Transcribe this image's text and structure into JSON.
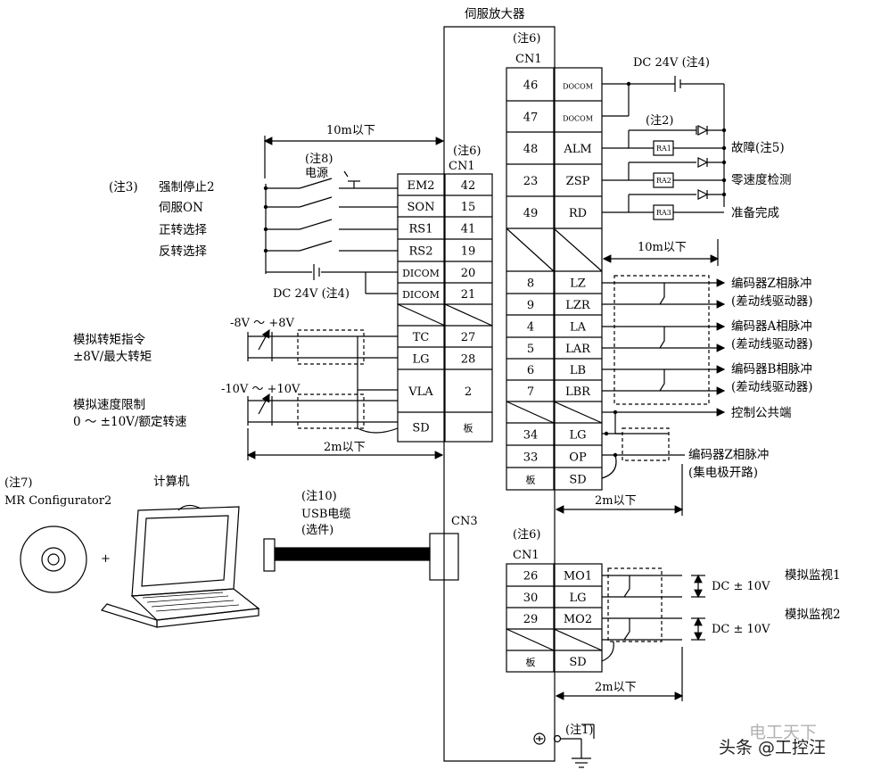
{
  "title": "伺服放大器",
  "notes": {
    "cn1_top": "(注6)",
    "cn1_left": "(注6)",
    "cn1_bottom": "(注6)",
    "power_note": "(注8)",
    "usb_note": "(注10)",
    "sw_note": "(注7)",
    "ground_note": "(注1)",
    "note3": "(注3)"
  },
  "connectors": {
    "cn1": "CN1",
    "cn3": "CN3"
  },
  "dc24_top": "DC 24V (注4)",
  "dc24_left": "DC 24V (注4)",
  "power_label": "电源",
  "dist": {
    "top_left": "10m以下",
    "right": "10m以下",
    "left_bottom": "2m以下",
    "right_mid": "2m以下",
    "right_bottom": "2m以下"
  },
  "note2": "(注2)",
  "relays": [
    "RA1",
    "RA2",
    "RA3"
  ],
  "left_inputs": [
    "强制停止2",
    "伺服ON",
    "正转选择",
    "反转选择"
  ],
  "left_pins": [
    {
      "name": "EM2",
      "num": "42"
    },
    {
      "name": "SON",
      "num": "15"
    },
    {
      "name": "RS1",
      "num": "41"
    },
    {
      "name": "RS2",
      "num": "19"
    },
    {
      "name": "DICOM",
      "num": "20"
    },
    {
      "name": "DICOM",
      "num": "21"
    },
    {
      "name": "",
      "num": ""
    },
    {
      "name": "TC",
      "num": "27"
    },
    {
      "name": "LG",
      "num": "28"
    },
    {
      "name": "VLA",
      "num": "2"
    },
    {
      "name": "SD",
      "num": "板"
    }
  ],
  "analog_torque": {
    "l1": "模拟转矩指令",
    "l2": "±8V/最大转矩",
    "range": "-8V ～ +8V"
  },
  "analog_speed": {
    "l1": "模拟速度限制",
    "l2": "0 ～ ±10V/额定转速",
    "range": "-10V ～ +10V"
  },
  "right_pins_top": [
    {
      "num": "46",
      "name": "DOCOM"
    },
    {
      "num": "47",
      "name": "DOCOM"
    },
    {
      "num": "48",
      "name": "ALM"
    },
    {
      "num": "23",
      "name": "ZSP"
    },
    {
      "num": "49",
      "name": "RD"
    },
    {
      "num": "",
      "name": ""
    },
    {
      "num": "8",
      "name": "LZ"
    },
    {
      "num": "9",
      "name": "LZR"
    },
    {
      "num": "4",
      "name": "LA"
    },
    {
      "num": "5",
      "name": "LAR"
    },
    {
      "num": "6",
      "name": "LB"
    },
    {
      "num": "7",
      "name": "LBR"
    },
    {
      "num": "",
      "name": ""
    },
    {
      "num": "34",
      "name": "LG"
    },
    {
      "num": "33",
      "name": "OP"
    },
    {
      "num": "板",
      "name": "SD"
    }
  ],
  "outputs": [
    "故障(注5)",
    "零速度检测",
    "准备完成"
  ],
  "encoder_labels": [
    {
      "l1": "编码器Z相脉冲",
      "l2": "(差动线驱动器)"
    },
    {
      "l1": "编码器A相脉冲",
      "l2": "(差动线驱动器)"
    },
    {
      "l1": "编码器B相脉冲",
      "l2": "(差动线驱动器)"
    }
  ],
  "control_common": "控制公共端",
  "encoder_z_oc": {
    "l1": "编码器Z相脉冲",
    "l2": "(集电极开路)"
  },
  "monitor_pins": [
    {
      "num": "26",
      "name": "MO1"
    },
    {
      "num": "30",
      "name": "LG"
    },
    {
      "num": "29",
      "name": "MO2"
    },
    {
      "num": "",
      "name": ""
    },
    {
      "num": "板",
      "name": "SD"
    }
  ],
  "monitor_labels": [
    "模拟监视1",
    "模拟监视2"
  ],
  "monitor_voltage": [
    "DC ± 10V",
    "DC ± 10V"
  ],
  "computer": "计算机",
  "software": "MR Configurator2",
  "usb_cable": {
    "l1": "USB电缆",
    "l2": "(选件)"
  },
  "plus": "+",
  "watermark": "头条 @工控汪",
  "watermark_bg": "电工天下"
}
